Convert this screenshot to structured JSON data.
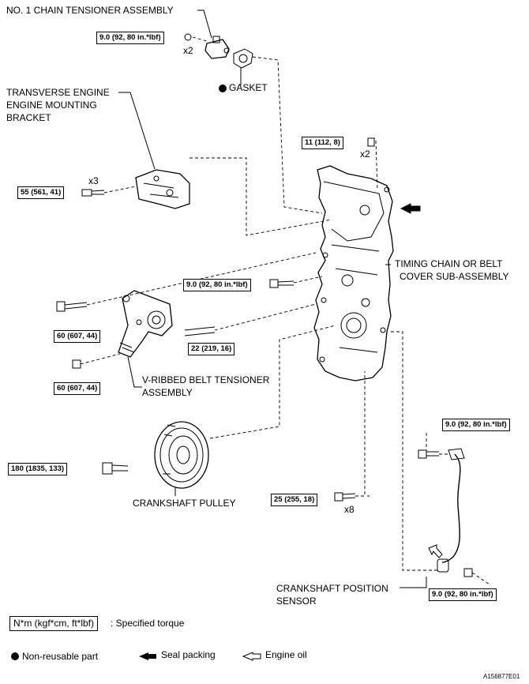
{
  "labels": {
    "chain_tensioner": "NO. 1 CHAIN TENSIONER ASSEMBLY",
    "gasket": "GASKET",
    "mount_bracket_1": "TRANSVERSE ENGINE",
    "mount_bracket_2": "ENGINE MOUNTING",
    "mount_bracket_3": "BRACKET",
    "timing_cover_1": "TIMING CHAIN OR BELT",
    "timing_cover_2": "COVER SUB-ASSEMBLY",
    "belt_tensioner_1": "V-RIBBED BELT TENSIONER",
    "belt_tensioner_2": "ASSEMBLY",
    "crank_pulley": "CRANKSHAFT PULLEY",
    "crank_sensor_1": "CRANKSHAFT POSITION",
    "crank_sensor_2": "SENSOR"
  },
  "torques": {
    "t1": "9.0 (92, 80 in.*lbf)",
    "t2": "11 (112, 8)",
    "t3": "55 (561, 41)",
    "t4": "9.0 (92, 80 in.*lbf)",
    "t5": "60 (607, 44)",
    "t6": "22 (219, 16)",
    "t7": "60 (607, 44)",
    "t8": "9.0 (92, 80 in.*lbf)",
    "t9": "180 (1835, 133)",
    "t10": "25 (255, 18)",
    "t11": "9.0 (92, 80 in.*lbf)"
  },
  "quantities": {
    "q1": "x2",
    "q2": "x2",
    "q3": "x3",
    "q4": "x8"
  },
  "legend": {
    "unit": "N*m (kgf*cm, ft*lbf)",
    "unit_desc": ": Specified torque",
    "non_reusable": "Non-reusable part",
    "seal_packing": "Seal packing",
    "engine_oil": "Engine oil"
  },
  "figure_id": "A156877E01"
}
